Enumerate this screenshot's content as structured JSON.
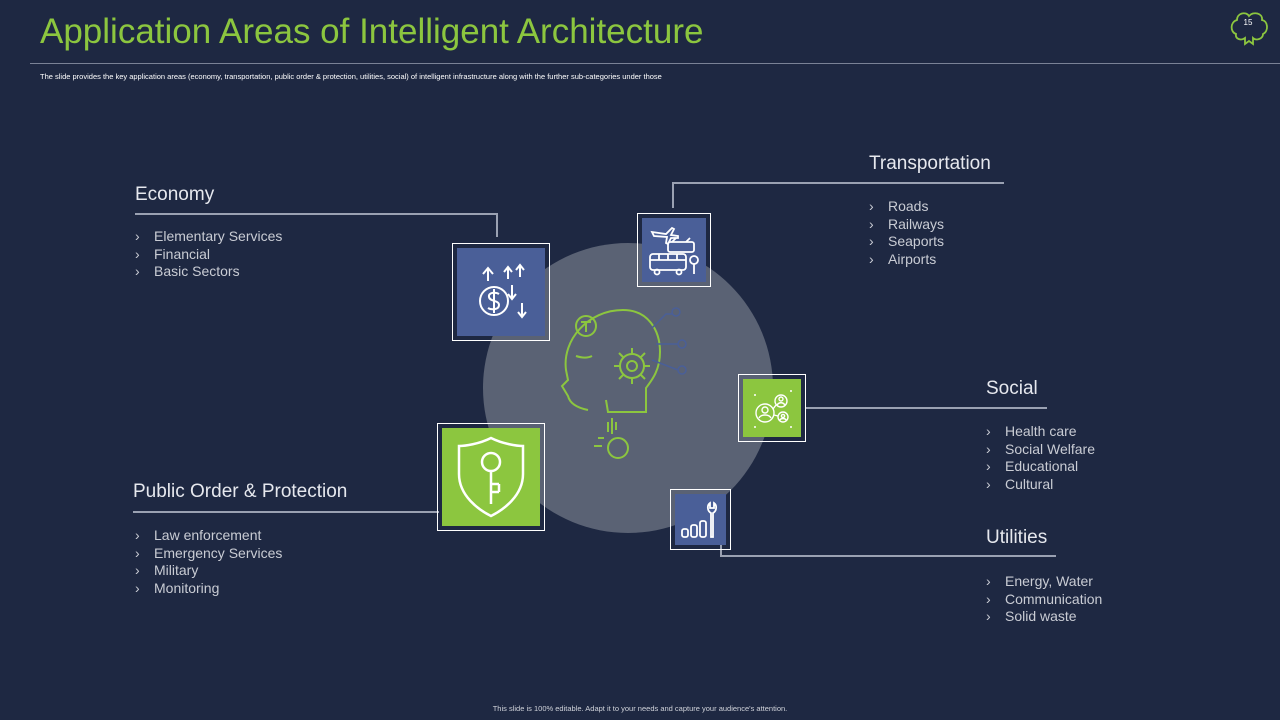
{
  "slide": {
    "title": "Application Areas of Intelligent Architecture",
    "subtitle": "The slide provides the key application areas (economy, transportation, public order & protection, utilities, social) of intelligent infrastructure along with the further sub-categories under those",
    "page_number": "15",
    "footer": "This slide is 100% editable. Adapt it to your needs and capture your audience's attention."
  },
  "colors": {
    "background": "#1e2842",
    "title": "#8cc63f",
    "accent_green": "#8cc63f",
    "accent_blue": "#4a5f98"
  },
  "areas": {
    "economy": {
      "heading": "Economy",
      "icon": "dollar-arrows-icon",
      "bullet": "›",
      "items": [
        "Elementary Services",
        "Financial",
        "Basic Sectors"
      ]
    },
    "transportation": {
      "heading": "Transportation",
      "icon": "bus-plane-icon",
      "bullet": "›",
      "items": [
        "Roads",
        "Railways",
        "Seaports",
        "Airports"
      ]
    },
    "social": {
      "heading": "Social",
      "icon": "people-network-icon",
      "bullet": "›",
      "items": [
        "Health care",
        "Social Welfare",
        "Educational",
        "Cultural"
      ]
    },
    "public_order": {
      "heading": "Public Order & Protection",
      "icon": "shield-key-icon",
      "bullet": "›",
      "items": [
        "Law enforcement",
        "Emergency Services",
        "Military",
        "Monitoring"
      ]
    },
    "utilities": {
      "heading": "Utilities",
      "icon": "bar-chart-wrench-icon",
      "bullet": "›",
      "items": [
        "Energy, Water",
        "Communication",
        "Solid waste"
      ]
    }
  }
}
